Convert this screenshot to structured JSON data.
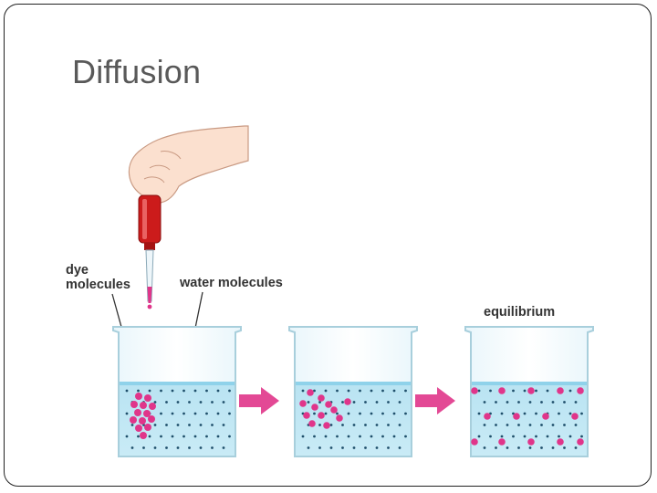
{
  "slide": {
    "title": "Diffusion"
  },
  "labels": {
    "dye_line1": "dye",
    "dye_line2": "molecules",
    "water": "water molecules",
    "equilibrium": "equilibrium"
  },
  "colors": {
    "water": "#bfe6f3",
    "water_surface": "#8fd2ea",
    "beaker_outline": "#a8cfdc",
    "dye": "#e0358a",
    "water_molecule": "#1f4f6b",
    "arrow": "#e0358a",
    "dropper_bulb": "#cc1b1b",
    "title": "#595959"
  },
  "icons": {
    "hand": "hand-icon",
    "dropper": "dropper-icon",
    "arrow": "right-arrow-icon"
  }
}
